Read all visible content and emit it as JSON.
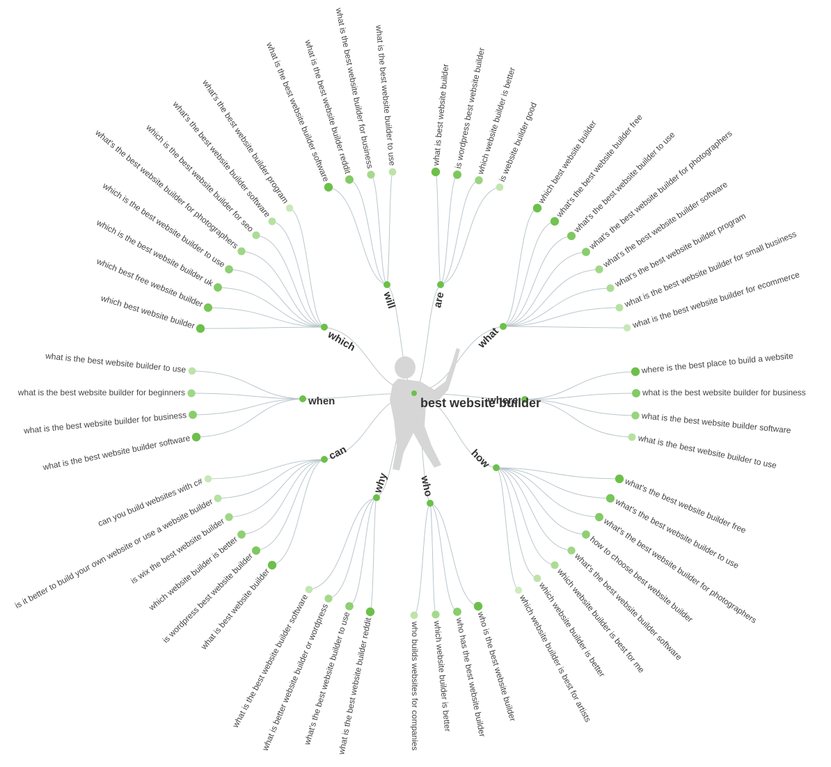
{
  "center": {
    "label": "best website builder"
  },
  "colors": {
    "link": "#b9c6cd",
    "node_dark": "#6cc04a",
    "node_light": "#dff2d2",
    "silhouette": "#d2d2d2",
    "text": "#444444"
  },
  "icons": {
    "center": "guru-silhouette-icon"
  },
  "branches": [
    {
      "label": "are",
      "leaves": [
        {
          "text": "what is best website builder",
          "strength": 1.0
        },
        {
          "text": "is wordpress best website builder",
          "strength": 0.85
        },
        {
          "text": "which website builder is better",
          "strength": 0.6
        },
        {
          "text": "is website builder good",
          "strength": 0.25
        }
      ]
    },
    {
      "label": "what",
      "leaves": [
        {
          "text": "which best website builder",
          "strength": 1.0
        },
        {
          "text": "what's the best website builder free",
          "strength": 0.95
        },
        {
          "text": "what's the best website builder to use",
          "strength": 0.85
        },
        {
          "text": "what's the best website builder for photographers",
          "strength": 0.75
        },
        {
          "text": "what's the best website builder software",
          "strength": 0.55
        },
        {
          "text": "what's the best website builder program",
          "strength": 0.45
        },
        {
          "text": "what is the best website builder for small business",
          "strength": 0.35
        },
        {
          "text": "what is the best website builder for ecommerce",
          "strength": 0.2
        }
      ]
    },
    {
      "label": "where",
      "leaves": [
        {
          "text": "where is the best place to build a website",
          "strength": 1.0
        },
        {
          "text": "what is the best website builder for business",
          "strength": 0.8
        },
        {
          "text": "what is the best website builder software",
          "strength": 0.6
        },
        {
          "text": "what is the best website builder to use",
          "strength": 0.35
        }
      ]
    },
    {
      "label": "how",
      "leaves": [
        {
          "text": "what's the best website builder free",
          "strength": 1.0
        },
        {
          "text": "what's the best website builder to use",
          "strength": 0.9
        },
        {
          "text": "what's the best website builder for photographers",
          "strength": 0.8
        },
        {
          "text": "how to choose best website builder",
          "strength": 0.7
        },
        {
          "text": "what's the best website builder software",
          "strength": 0.55
        },
        {
          "text": "which website builder is best for me",
          "strength": 0.45
        },
        {
          "text": "which website builder is better",
          "strength": 0.3
        },
        {
          "text": "which website builder is best for artists",
          "strength": 0.15
        }
      ]
    },
    {
      "label": "who",
      "leaves": [
        {
          "text": "who is the best website builder",
          "strength": 1.0
        },
        {
          "text": "who has the best website builder",
          "strength": 0.75
        },
        {
          "text": "which website builder is better",
          "strength": 0.5
        },
        {
          "text": "who builds websites for companies",
          "strength": 0.3
        }
      ]
    },
    {
      "label": "why",
      "leaves": [
        {
          "text": "what is the best website builder reddit",
          "strength": 1.0
        },
        {
          "text": "what's the best website builder to use",
          "strength": 0.7
        },
        {
          "text": "what is better website builder or wordpress",
          "strength": 0.5
        },
        {
          "text": "what is the best website builder software",
          "strength": 0.25
        }
      ]
    },
    {
      "label": "can",
      "leaves": [
        {
          "text": "what is best website builder",
          "strength": 1.0
        },
        {
          "text": "is wordpress best website builder",
          "strength": 0.85
        },
        {
          "text": "which website builder is better",
          "strength": 0.7
        },
        {
          "text": "is wix the best website builder",
          "strength": 0.55
        },
        {
          "text": "is it better to build your own website or use a website builder",
          "strength": 0.35
        },
        {
          "text": "can you build websites with c#",
          "strength": 0.2
        }
      ]
    },
    {
      "label": "when",
      "leaves": [
        {
          "text": "what is the best website builder software",
          "strength": 1.0
        },
        {
          "text": "what is the best website builder for business",
          "strength": 0.75
        },
        {
          "text": "what is the best website builder for beginners",
          "strength": 0.55
        },
        {
          "text": "what is the best website builder to use",
          "strength": 0.3
        }
      ]
    },
    {
      "label": "which",
      "leaves": [
        {
          "text": "which best website builder",
          "strength": 1.0
        },
        {
          "text": "which best free website builder",
          "strength": 0.9
        },
        {
          "text": "which is the best website builder uk",
          "strength": 0.8
        },
        {
          "text": "which is the best website builder to use",
          "strength": 0.7
        },
        {
          "text": "what's the best website builder for photographers",
          "strength": 0.55
        },
        {
          "text": "which is the best website builder for seo",
          "strength": 0.45
        },
        {
          "text": "what's the best website builder software",
          "strength": 0.35
        },
        {
          "text": "what's the best website builder program",
          "strength": 0.2
        }
      ]
    },
    {
      "label": "will",
      "leaves": [
        {
          "text": "what is the best website builder software",
          "strength": 1.0
        },
        {
          "text": "what is the best website builder reddit",
          "strength": 0.8
        },
        {
          "text": "what is the best website builder for business",
          "strength": 0.5
        },
        {
          "text": "what is the best website builder to use",
          "strength": 0.3
        }
      ]
    }
  ]
}
